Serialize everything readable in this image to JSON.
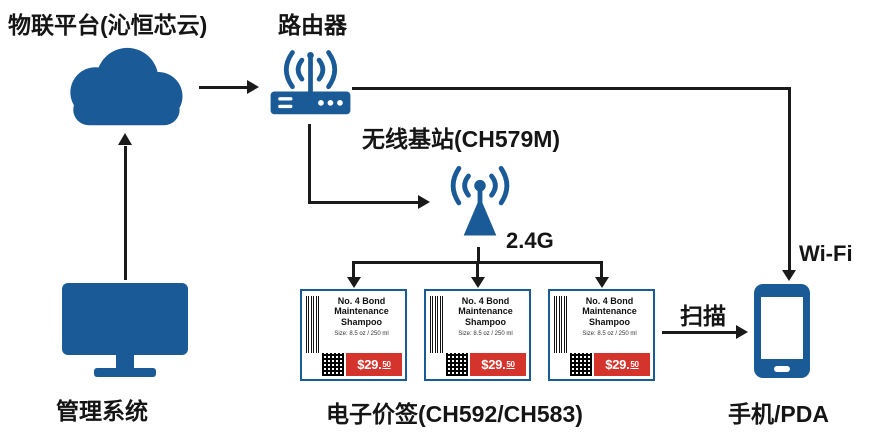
{
  "colors": {
    "primary": "#1A5A96",
    "price_red": "#D5342C",
    "line": "#1A1A1A"
  },
  "nodes": {
    "platform": {
      "label": "物联平台(沁恒芯云)"
    },
    "router": {
      "label": "路由器"
    },
    "basestation": {
      "label": "无线基站(CH579M)"
    },
    "management": {
      "label": "管理系统"
    },
    "esl_group": {
      "label": "电子价签(CH592/CH583)"
    },
    "phone": {
      "label": "手机/PDA"
    }
  },
  "edge_labels": {
    "rf": "2.4G",
    "wifi": "Wi-Fi",
    "scan": "扫描"
  },
  "tags": [
    {
      "title": "No. 4 Bond Maintenance Shampoo",
      "subtitle": "Size: 8.5 oz / 250 ml",
      "price_main": "$29.",
      "price_sup": "50"
    },
    {
      "title": "No. 4 Bond Maintenance Shampoo",
      "subtitle": "Size: 8.5 oz / 250 ml",
      "price_main": "$29.",
      "price_sup": "50"
    },
    {
      "title": "No. 4 Bond Maintenance Shampoo",
      "subtitle": "Size: 8.5 oz / 250 ml",
      "price_main": "$29.",
      "price_sup": "50"
    }
  ]
}
